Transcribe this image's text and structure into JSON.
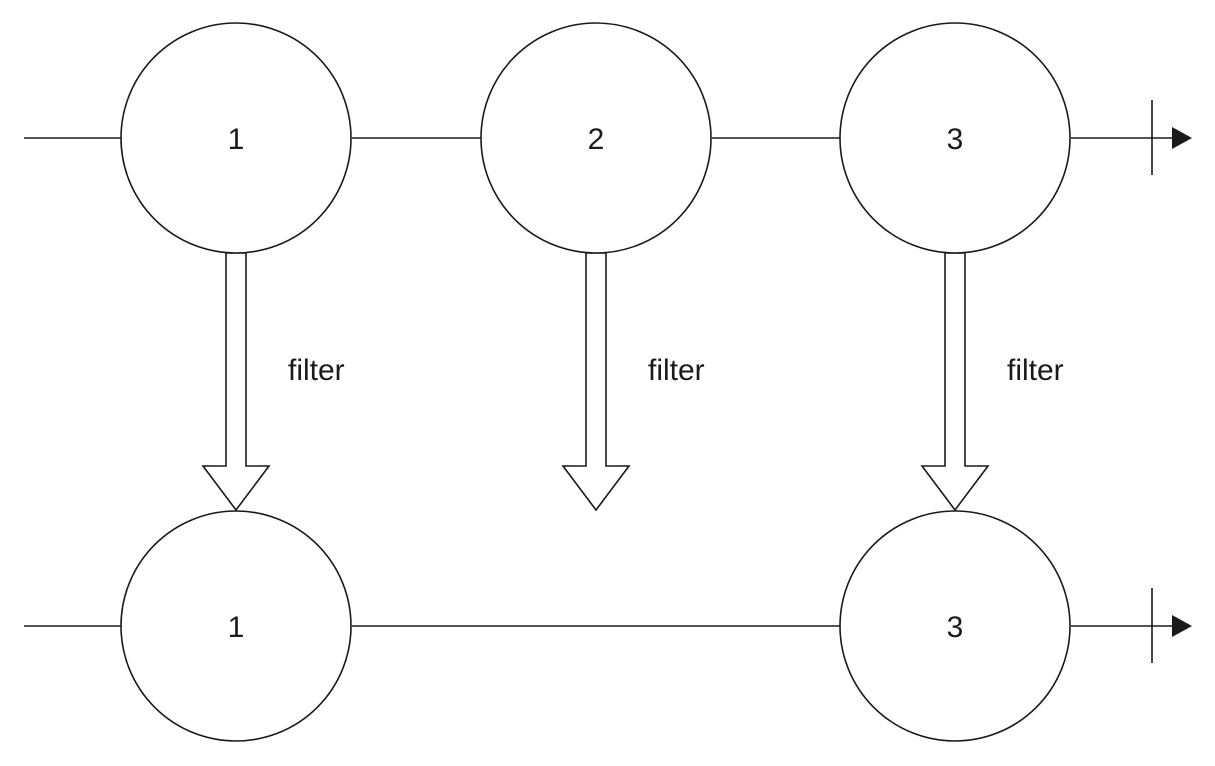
{
  "top_row": {
    "nodes": [
      {
        "label": "1"
      },
      {
        "label": "2"
      },
      {
        "label": "3"
      }
    ]
  },
  "bottom_row": {
    "nodes": [
      {
        "label": "1"
      },
      {
        "label": "3"
      }
    ]
  },
  "filters": [
    {
      "label": "filter"
    },
    {
      "label": "filter"
    },
    {
      "label": "filter"
    }
  ],
  "colors": {
    "stroke": "#1a1a1a",
    "background": "#ffffff"
  }
}
